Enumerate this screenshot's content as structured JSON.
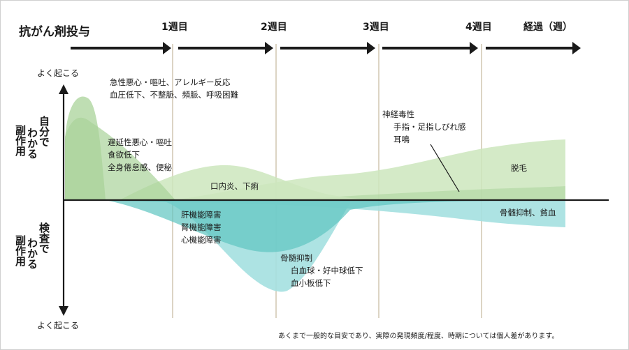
{
  "title": "抗がん剤投与",
  "weeks": [
    "1週目",
    "2週目",
    "3週目",
    "4週目"
  ],
  "time_label": "経過（週）",
  "axis": {
    "top_label": "よく起こる",
    "bottom_label": "よく起こる",
    "upper_label_lines": [
      "自分で",
      "わかる",
      "副作用"
    ],
    "lower_label_lines": [
      "検査で",
      "わかる",
      "副作用"
    ]
  },
  "labels": {
    "acute": [
      "急性悪心・嘔吐、アレルギー反応",
      "血圧低下、不整脈、頻脈、呼吸困難"
    ],
    "delayed": [
      "遅延性悪心・嘔吐",
      "食欲低下",
      "全身倦怠感、便秘"
    ],
    "stomatitis": [
      "口内炎、下痢"
    ],
    "neuro": [
      "神経毒性",
      "手指・足指しびれ感",
      "耳鳴"
    ],
    "alopecia": [
      "脱毛"
    ],
    "organ": [
      "肝機能障害",
      "腎機能障害",
      "心機能障害"
    ],
    "marrow": [
      "骨髄抑制",
      "白血球・好中球低下",
      "血小板低下"
    ],
    "marrow_late": [
      "骨髄抑制、貧血"
    ]
  },
  "note": "あくまで一般的な目安であり、実際の発現頻度/程度、時期については個人差があります。",
  "colors": {
    "green_dark": "#a9d39a",
    "green_light": "#cce6bd",
    "teal_dark": "#5ec4c0",
    "teal_light": "#a4e0e0",
    "week_line": "#b8a98a",
    "axis": "#1a1a1a"
  }
}
